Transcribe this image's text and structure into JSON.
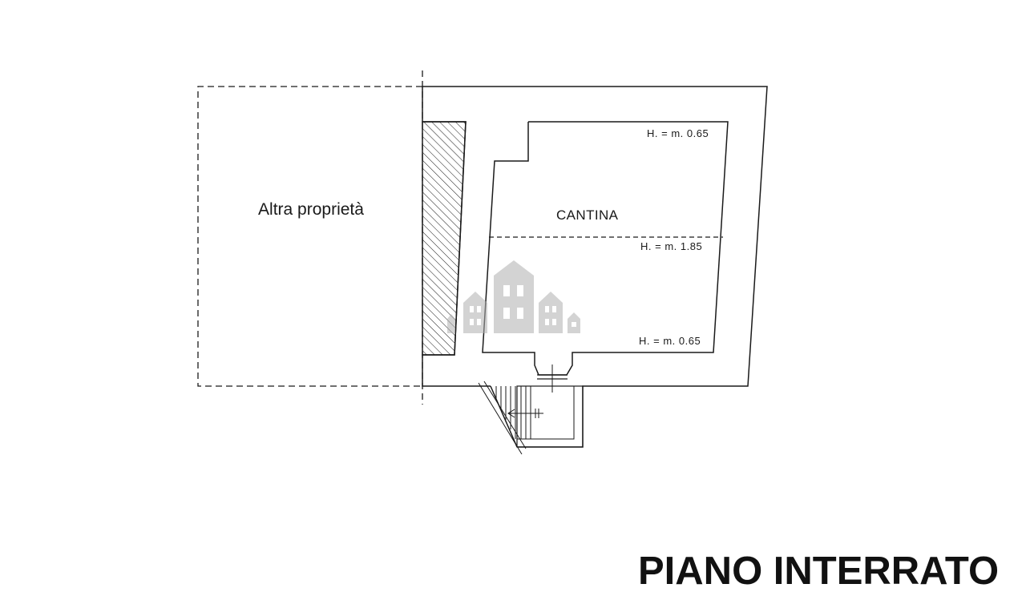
{
  "labels": {
    "other_property": "Altra proprietà",
    "room_name": "CANTINA",
    "height_top": "H. = m. 0.65",
    "height_middle": "H. = m. 1.85",
    "height_bottom": "H. = m. 0.65"
  },
  "title": "PIANO INTERRATO",
  "colors": {
    "line": "#1a1a1a",
    "watermark": "#b0b0b0",
    "background": "#ffffff"
  }
}
